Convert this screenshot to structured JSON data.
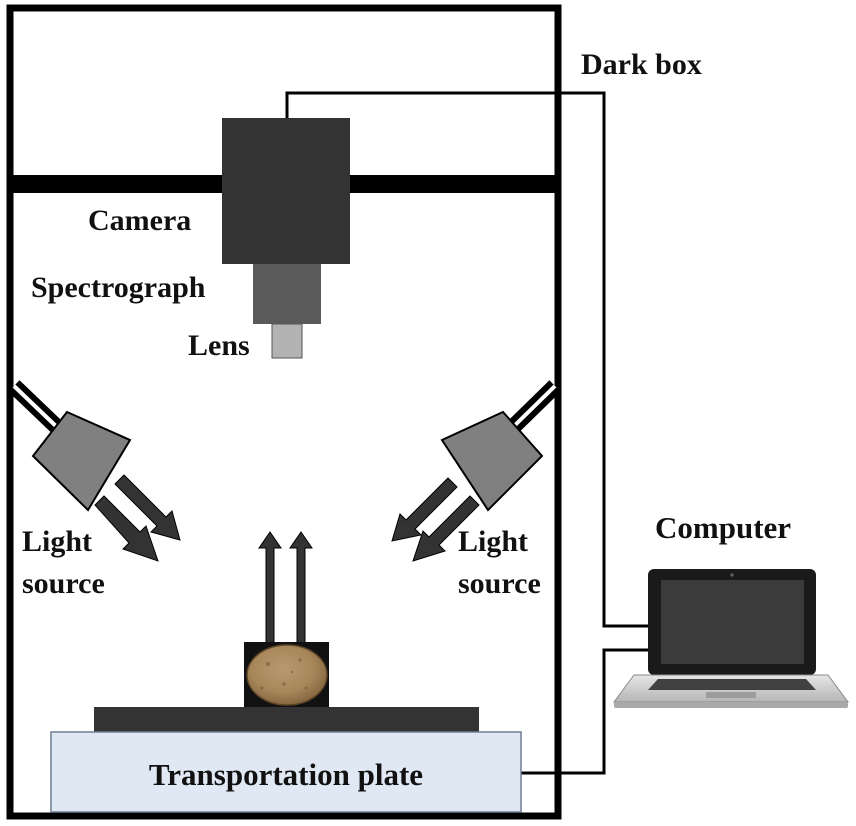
{
  "labels": {
    "dark_box": "Dark box",
    "camera": "Camera",
    "spectrograph": "Spectrograph",
    "lens": "Lens",
    "light_source_left_line1": "Light",
    "light_source_left_line2": "source",
    "light_source_right_line1": "Light",
    "light_source_right_line2": "source",
    "computer": "Computer",
    "transportation_plate": "Transportation plate"
  },
  "colors": {
    "frame": "#000000",
    "camera": "#333333",
    "spectrograph": "#5a5a5a",
    "lens": "#b3b3b3",
    "lamp": "#808080",
    "plate_fill": "#dfe8f3",
    "sample": "#a7865a"
  },
  "icons": {
    "computer": "laptop-icon",
    "sample": "potato-sample-icon"
  }
}
